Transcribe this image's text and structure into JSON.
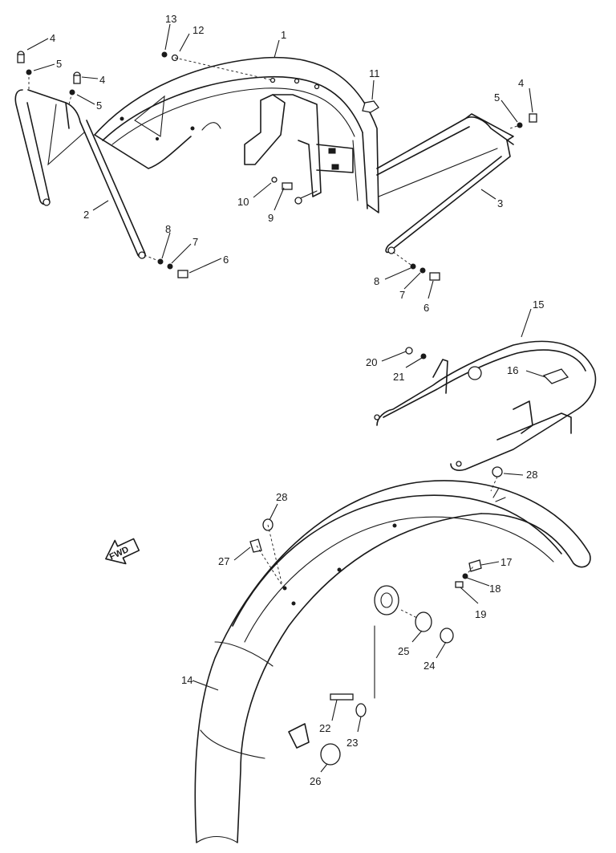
{
  "diagram": {
    "fwd_label": "FWD",
    "callouts": [
      {
        "name": "callout-1",
        "text": "1"
      },
      {
        "name": "callout-2",
        "text": "2"
      },
      {
        "name": "callout-3",
        "text": "3"
      },
      {
        "name": "callout-4a",
        "text": "4"
      },
      {
        "name": "callout-4b",
        "text": "4"
      },
      {
        "name": "callout-4c",
        "text": "4"
      },
      {
        "name": "callout-5a",
        "text": "5"
      },
      {
        "name": "callout-5b",
        "text": "5"
      },
      {
        "name": "callout-5c",
        "text": "5"
      },
      {
        "name": "callout-6a",
        "text": "6"
      },
      {
        "name": "callout-6b",
        "text": "6"
      },
      {
        "name": "callout-7a",
        "text": "7"
      },
      {
        "name": "callout-7b",
        "text": "7"
      },
      {
        "name": "callout-8a",
        "text": "8"
      },
      {
        "name": "callout-8b",
        "text": "8"
      },
      {
        "name": "callout-9",
        "text": "9"
      },
      {
        "name": "callout-10",
        "text": "10"
      },
      {
        "name": "callout-11",
        "text": "11"
      },
      {
        "name": "callout-12",
        "text": "12"
      },
      {
        "name": "callout-13",
        "text": "13"
      },
      {
        "name": "callout-14",
        "text": "14"
      },
      {
        "name": "callout-15",
        "text": "15"
      },
      {
        "name": "callout-16",
        "text": "16"
      },
      {
        "name": "callout-17",
        "text": "17"
      },
      {
        "name": "callout-18",
        "text": "18"
      },
      {
        "name": "callout-19",
        "text": "19"
      },
      {
        "name": "callout-20",
        "text": "20"
      },
      {
        "name": "callout-21",
        "text": "21"
      },
      {
        "name": "callout-22",
        "text": "22"
      },
      {
        "name": "callout-23",
        "text": "23"
      },
      {
        "name": "callout-24",
        "text": "24"
      },
      {
        "name": "callout-25",
        "text": "25"
      },
      {
        "name": "callout-26",
        "text": "26"
      },
      {
        "name": "callout-27",
        "text": "27"
      },
      {
        "name": "callout-28a",
        "text": "28"
      },
      {
        "name": "callout-28b",
        "text": "28"
      }
    ]
  }
}
